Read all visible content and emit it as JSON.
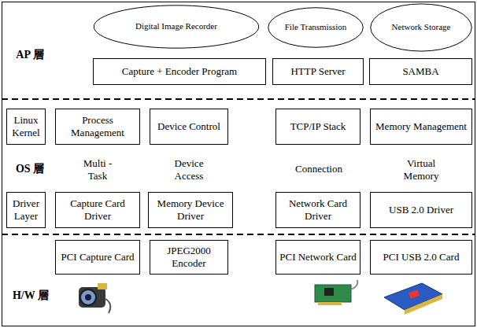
{
  "diagram": {
    "nodes": [
      {
        "text": [
          "Digital Image Recorder"
        ]
      },
      {
        "text": [
          "File Transmission"
        ]
      },
      {
        "text": [
          "Network Storage"
        ]
      },
      {
        "text": [
          "Capture + Encoder Program"
        ]
      },
      {
        "text": [
          "HTTP Server"
        ]
      },
      {
        "text": [
          "SAMBA"
        ]
      },
      {
        "text": [
          "Linux Kernel"
        ]
      },
      {
        "text": [
          "Process Management"
        ]
      },
      {
        "text": [
          "Device Control"
        ]
      },
      {
        "text": [
          "TCP/IP Stack"
        ]
      },
      {
        "text": [
          "Memory Management"
        ]
      },
      {
        "text": [
          "Driver Layer"
        ]
      },
      {
        "text": [
          "Capture Card Driver"
        ]
      },
      {
        "text": [
          "Memory Device Driver"
        ]
      },
      {
        "text": [
          "Network Card Driver"
        ]
      },
      {
        "text": [
          "USB 2.0 Driver"
        ]
      },
      {
        "text": [
          "PCI Capture Card"
        ]
      },
      {
        "text": [
          "JPEG2000 Encoder"
        ]
      },
      {
        "text": [
          "PCI Network Card"
        ]
      },
      {
        "text": [
          "PCI USB 2.0 Card"
        ]
      }
    ],
    "labels": [
      "AP 層",
      "OS 層",
      "Multi - Task",
      "Device Access",
      "Connection",
      "Virtual Memory",
      "H/W 層"
    ]
  }
}
